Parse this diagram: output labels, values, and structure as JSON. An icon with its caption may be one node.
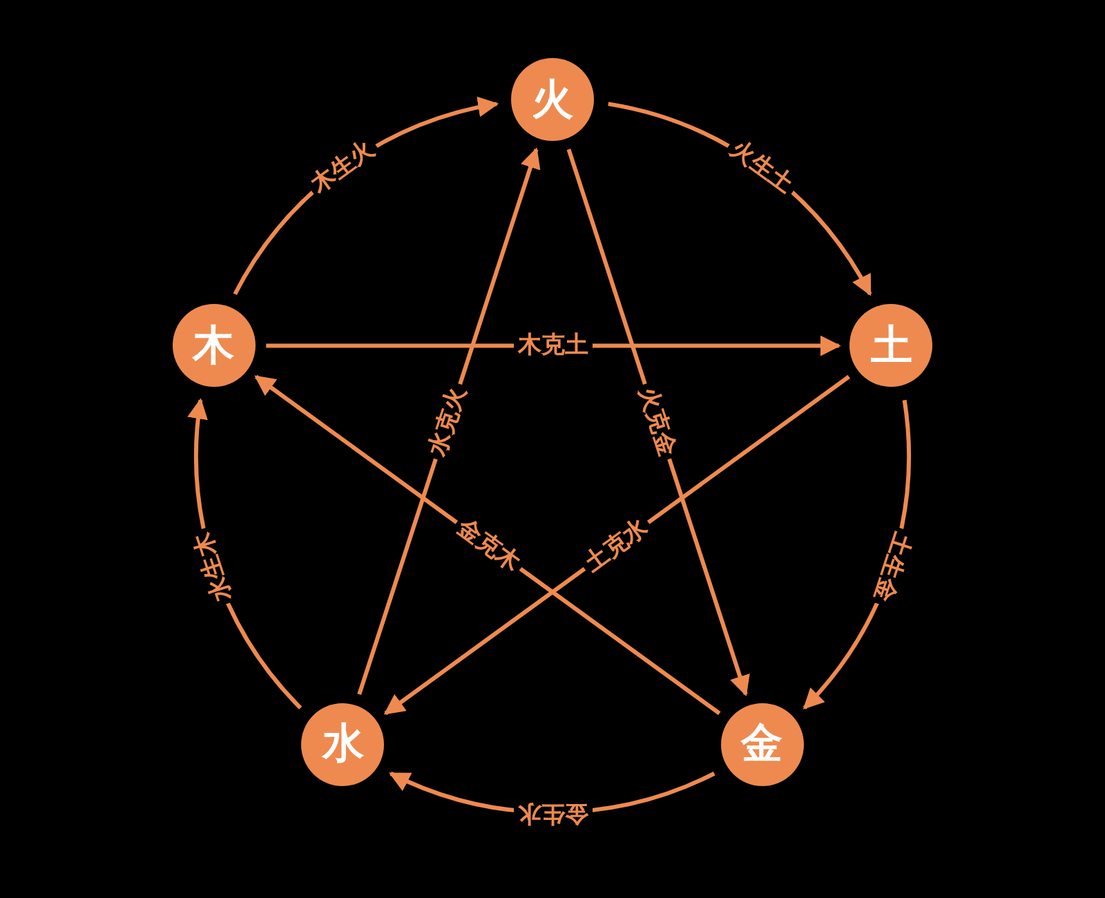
{
  "diagram": {
    "nodes": [
      {
        "text": [
          "火"
        ]
      },
      {
        "text": [
          "土"
        ]
      },
      {
        "text": [
          "金"
        ]
      },
      {
        "text": [
          "水"
        ]
      },
      {
        "text": [
          "木"
        ]
      }
    ],
    "edges": [
      {
        "from": 4,
        "to": 0,
        "arrow": "to",
        "label": "木生火"
      },
      {
        "from": 0,
        "to": 1,
        "arrow": "to",
        "label": "火生土"
      },
      {
        "from": 1,
        "to": 2,
        "arrow": "to",
        "label": "土生金"
      },
      {
        "from": 2,
        "to": 3,
        "arrow": "to",
        "label": "金生水"
      },
      {
        "from": 3,
        "to": 4,
        "arrow": "to",
        "label": "水生木"
      },
      {
        "from": 4,
        "to": 1,
        "arrow": "to",
        "label": "木克土"
      },
      {
        "from": 0,
        "to": 2,
        "arrow": "to",
        "label": "火克金"
      },
      {
        "from": 1,
        "to": 3,
        "arrow": "to",
        "label": "土克水"
      },
      {
        "from": 2,
        "to": 4,
        "arrow": "to",
        "label": "金克木"
      },
      {
        "from": 3,
        "to": 0,
        "arrow": "to",
        "label": "水克火"
      }
    ]
  }
}
